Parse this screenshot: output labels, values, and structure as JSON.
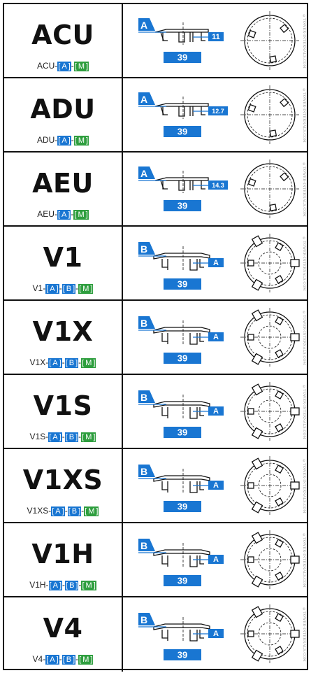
{
  "watermark": "©TOWER-INTERNALS.COM",
  "colors": {
    "blue": "#1976d2",
    "green": "#2e9e3e",
    "line": "#111111"
  },
  "rows": [
    {
      "code": "ACU",
      "part_prefix": "ACU-",
      "tags": [
        "A",
        "M"
      ],
      "style": "A",
      "flag": "A",
      "dim": "39",
      "height": "11"
    },
    {
      "code": "ADU",
      "part_prefix": "ADU-",
      "tags": [
        "A",
        "M"
      ],
      "style": "A",
      "flag": "A",
      "dim": "39",
      "height": "12.7"
    },
    {
      "code": "AEU",
      "part_prefix": "AEU-",
      "tags": [
        "A",
        "M"
      ],
      "style": "A",
      "flag": "A",
      "dim": "39",
      "height": "14.3"
    },
    {
      "code": "V1",
      "part_prefix": "V1-",
      "tags": [
        "A",
        "B",
        "M"
      ],
      "style": "B",
      "flag": "B",
      "dim": "39",
      "height": "A"
    },
    {
      "code": "V1X",
      "part_prefix": "V1X-",
      "tags": [
        "A",
        "B",
        "M"
      ],
      "style": "B",
      "flag": "B",
      "dim": "39",
      "height": "A"
    },
    {
      "code": "V1S",
      "part_prefix": "V1S-",
      "tags": [
        "A",
        "B",
        "M"
      ],
      "style": "B",
      "flag": "B",
      "dim": "39",
      "height": "A"
    },
    {
      "code": "V1XS",
      "part_prefix": "V1XS-",
      "tags": [
        "A",
        "B",
        "M"
      ],
      "style": "B",
      "flag": "B",
      "dim": "39",
      "height": "A"
    },
    {
      "code": "V1H",
      "part_prefix": "V1H-",
      "tags": [
        "A",
        "B",
        "M"
      ],
      "style": "B",
      "flag": "B",
      "dim": "39",
      "height": "A"
    },
    {
      "code": "V4",
      "part_prefix": "V4-",
      "tags": [
        "A",
        "B",
        "M"
      ],
      "style": "B",
      "flag": "B",
      "dim": "39",
      "height": "A"
    }
  ]
}
